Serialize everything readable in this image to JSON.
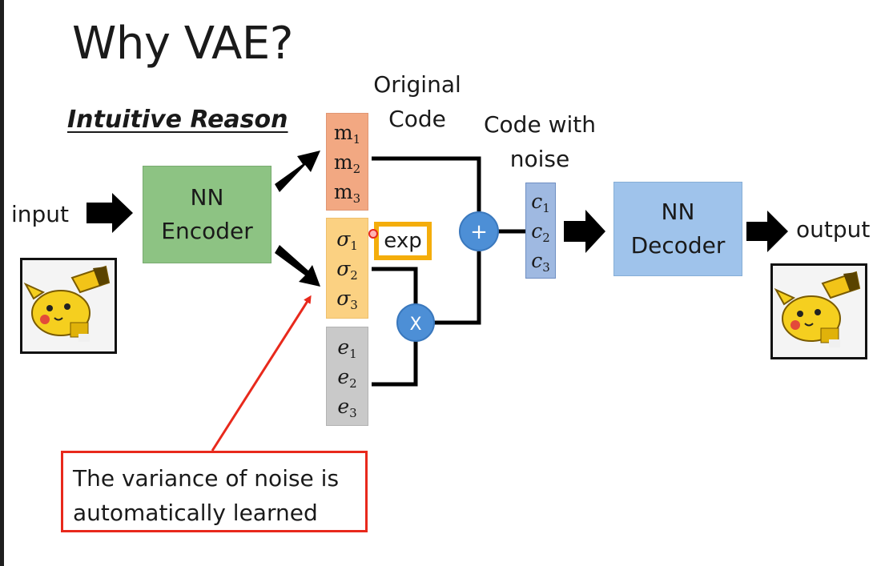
{
  "title": "Why VAE?",
  "subtitle": "Intuitive Reason",
  "labels": {
    "input": "input",
    "output": "output",
    "original_code_line1": "Original",
    "original_code_line2": "Code",
    "code_noise_line1": "Code with",
    "code_noise_line2": "noise"
  },
  "encoder": {
    "line1": "NN",
    "line2": "Encoder"
  },
  "decoder": {
    "line1": "NN",
    "line2": "Decoder"
  },
  "m_vector": {
    "symbol": "m",
    "subs": [
      "1",
      "2",
      "3"
    ]
  },
  "sigma_vector": {
    "symbol": "σ",
    "subs": [
      "1",
      "2",
      "3"
    ]
  },
  "e_vector": {
    "symbol": "e",
    "subs": [
      "1",
      "2",
      "3"
    ]
  },
  "c_vector": {
    "symbol": "c",
    "subs": [
      "1",
      "2",
      "3"
    ]
  },
  "exp_label": "exp",
  "plus_symbol": "+",
  "times_symbol": "X",
  "note": {
    "line1": "The variance of noise is",
    "line2": "automatically learned"
  },
  "colors": {
    "encoder": "#8dc383",
    "decoder": "#9fc3eb",
    "m_box": "#f2a882",
    "sigma_box": "#fbd182",
    "e_box": "#c9c9c9",
    "c_box": "#9fb9e1",
    "operator": "#4d8fd6",
    "exp_border": "#f4ad0b",
    "note_border": "#e8291c"
  }
}
